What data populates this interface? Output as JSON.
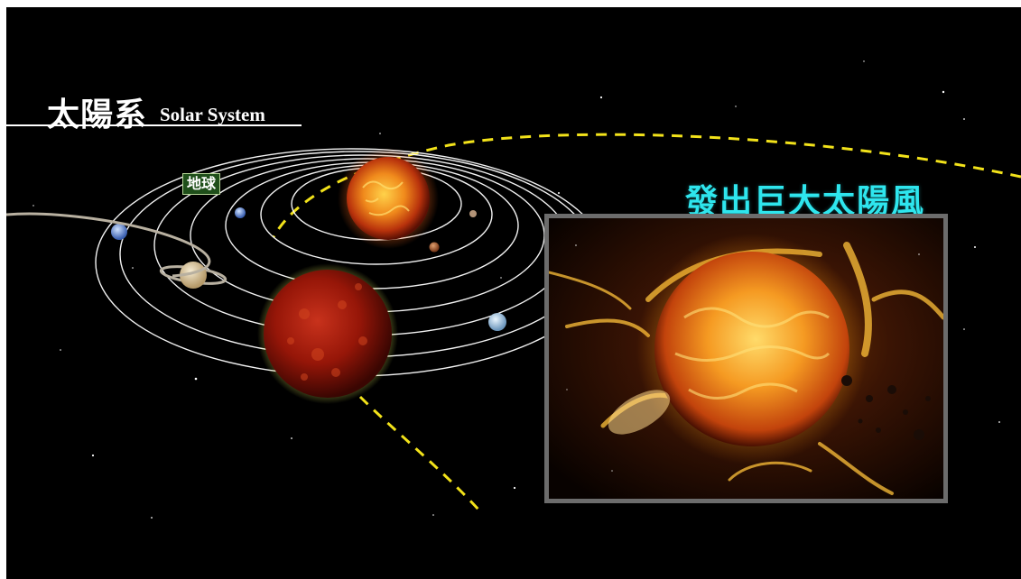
{
  "title": {
    "chinese": "太陽系",
    "english": "Solar System"
  },
  "planet_label": "地球",
  "headline": "發出巨大太陽風",
  "colors": {
    "background": "#000000",
    "orbit_lines": "#ffffff",
    "wind_path": "#f2e21a",
    "headline": "#2ee6ee",
    "label_box": "#1f4f1a",
    "inset_frame": "#6c6c6c"
  },
  "icons": {
    "central_body": "sun",
    "large_body": "red-giant-sun",
    "inset_body": "flaring-star"
  }
}
